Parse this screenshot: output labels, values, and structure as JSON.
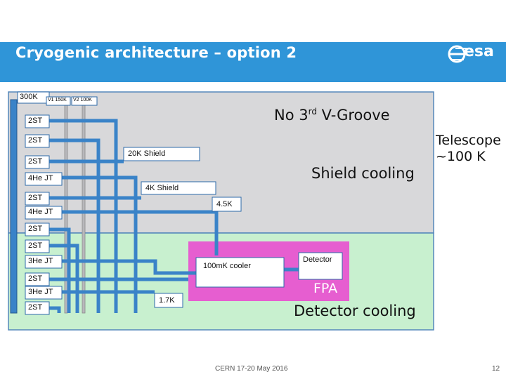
{
  "title": "Cryogenic architecture – option 2",
  "logo": {
    "text": "esa",
    "icon": "esa-logo-icon"
  },
  "colors": {
    "header": "#2f95d8",
    "pipe": "#3a83c8",
    "warm_zone": "#d8d8da",
    "cold_zone": "#c8f0cf",
    "fpa": "#e65ed0"
  },
  "stages": {
    "s300k": "300K",
    "v1": "V1 150K",
    "v2": "V2 100K"
  },
  "coolers": {
    "c1": "2ST",
    "c2": "2ST",
    "c3": "2ST",
    "c4": "4He JT",
    "c5": "2ST",
    "c6": "4He JT",
    "c7": "2ST",
    "c8": "2ST",
    "c9": "3He JT",
    "c10": "2ST",
    "c11": "3He JT",
    "c12": "2ST"
  },
  "shields": {
    "s20k": "20K Shield",
    "s4k": "4K Shield",
    "s45k": "4.5K",
    "s17k": "1.7K"
  },
  "fpa": {
    "cooler": "100mK cooler",
    "detector": "Detector",
    "label": "FPA"
  },
  "zones": {
    "heading_main": "No 3",
    "heading_sup": "rd",
    "heading_rest": " V-Groove",
    "shield": "Shield cooling",
    "detector": "Detector cooling",
    "telescope_line1": "Telescope",
    "telescope_line2": "~100 K"
  },
  "footer": {
    "event": "CERN 17-20 May 2016",
    "page": "12"
  }
}
